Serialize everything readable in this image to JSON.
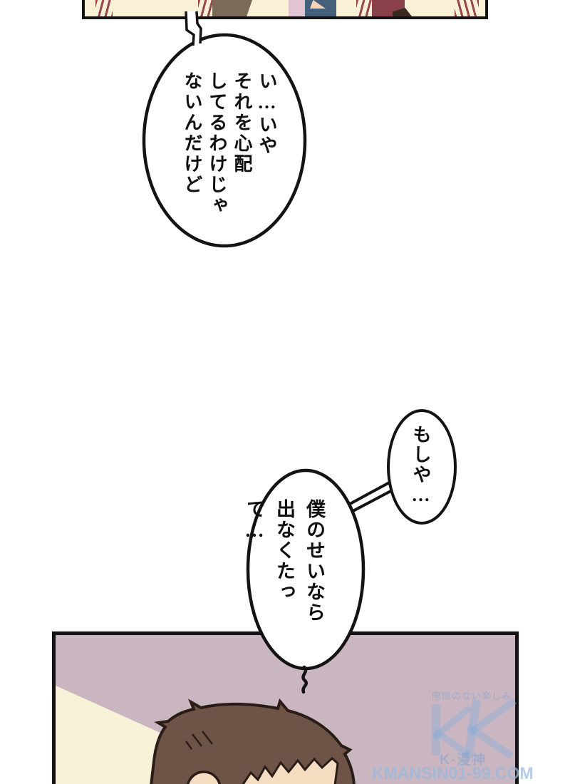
{
  "page": {
    "type": "manga-webtoon-strip",
    "background_color": "#ffffff",
    "ink_color": "#131313"
  },
  "panel_top": {
    "background_color": "#f8f1d6",
    "stripe_color": "#9a4450",
    "figure_colors": {
      "brown_clothing": "#7b6a57",
      "pink_clothing": "#e3c4d5",
      "navy_clothing": "#44607a",
      "maroon_clothing": "#8a4048",
      "skin": "#f3d3b4"
    }
  },
  "bubbles": [
    {
      "text": "い…いや\nそれを心配\nしてるわけじゃ\nないんだけど"
    },
    {
      "text": "もしや…"
    },
    {
      "text": "僕のせいなら\n出なくたって…"
    }
  ],
  "panel_bottom": {
    "background_color": "#cab6c0",
    "light_beam_color": "#f8f2d9",
    "hair_color": "#6d5447",
    "skin_color": "#f6dcc0"
  },
  "watermark": {
    "tagline": "際限のない楽しみ",
    "brand": "K-漫神",
    "site": "KMANSIN01-99.COM",
    "color": "#8fb4dd"
  }
}
